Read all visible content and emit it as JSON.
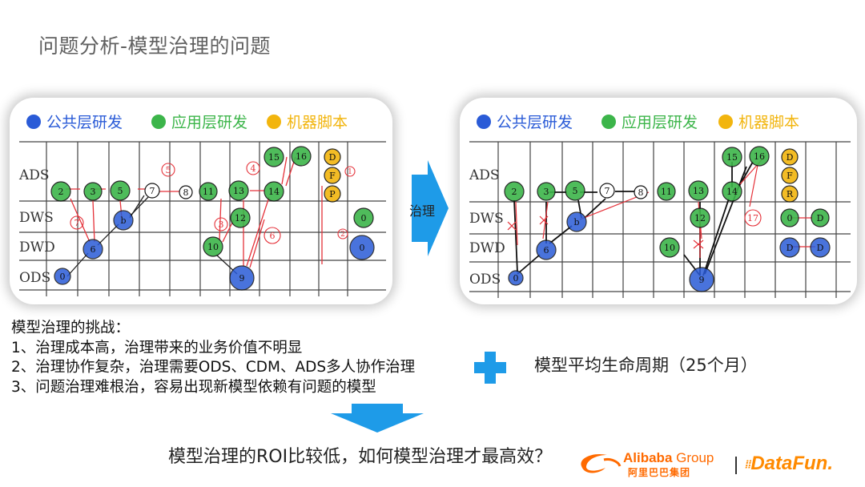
{
  "title": "问题分析-模型治理的问题",
  "legend": {
    "public": "公共层研发",
    "application": "应用层研发",
    "machine": "机器脚本"
  },
  "layers": [
    "ADS",
    "DWS",
    "DWD",
    "ODS"
  ],
  "colors": {
    "public": "#2a5bd7",
    "application": "#3cb54a",
    "machine": "#f2b50e",
    "arrow_red": "#e5323a",
    "accent_blue": "#1e9be8"
  },
  "left_diagram": {
    "nodes": [
      "0",
      "6",
      "b",
      "2",
      "3",
      "5",
      "7",
      "8",
      "11",
      "10",
      "12",
      "13",
      "14",
      "15",
      "16",
      "9",
      "D",
      "F",
      "P",
      "0",
      "0"
    ],
    "red_labels": [
      "7",
      "5",
      "4",
      "3",
      "6",
      "1",
      "2"
    ]
  },
  "right_diagram": {
    "nodes": [
      "0",
      "6",
      "b",
      "2",
      "3",
      "5",
      "7",
      "8",
      "11",
      "10",
      "12",
      "13",
      "14",
      "15",
      "16",
      "9",
      "D",
      "F",
      "R",
      "0",
      "D",
      "D",
      "D"
    ],
    "red_labels": [
      "17"
    ]
  },
  "transition_label": "治理",
  "challenges": {
    "heading": "模型治理的挑战：",
    "items": [
      "1、治理成本高，治理带来的业务价值不明显",
      "2、治理协作复杂，治理需要ODS、CDM、ADS多人协作治理",
      "3、问题治理难根治，容易出现新模型依赖有问题的模型"
    ]
  },
  "lifecycle": "模型平均生命周期（25个月）",
  "conclusion": "模型治理的ROI比较低，如何模型治理才最高效？",
  "footer": {
    "alibaba_en": "Alibaba",
    "alibaba_group": " Group",
    "alibaba_cn": "阿里巴巴集团",
    "datafun": "DataFun."
  }
}
